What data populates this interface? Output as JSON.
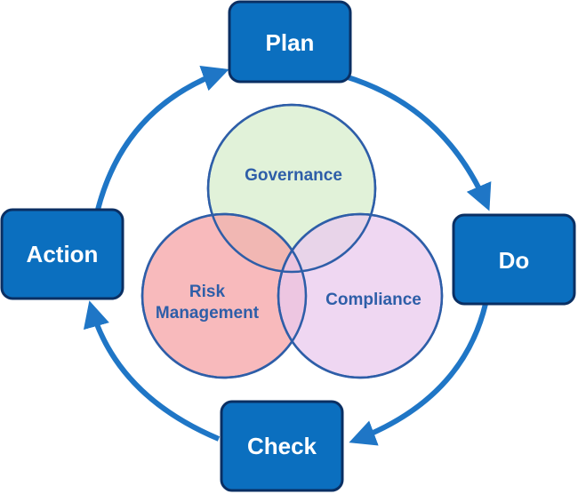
{
  "cycle": {
    "plan": "Plan",
    "do": "Do",
    "check": "Check",
    "action": "Action"
  },
  "venn": {
    "governance": "Governance",
    "risk_line1": "Risk",
    "risk_line2": "Management",
    "compliance": "Compliance"
  },
  "colors": {
    "box_fill": "#0b6fbf",
    "box_stroke": "#0a2f63",
    "arrow": "#1f76c6",
    "governance_fill": "#dcf0d2",
    "risk_fill": "#f6a3a5",
    "compliance_fill": "#eac9ee",
    "venn_stroke": "#2e5ea8",
    "venn_text": "#2e5ea8"
  }
}
